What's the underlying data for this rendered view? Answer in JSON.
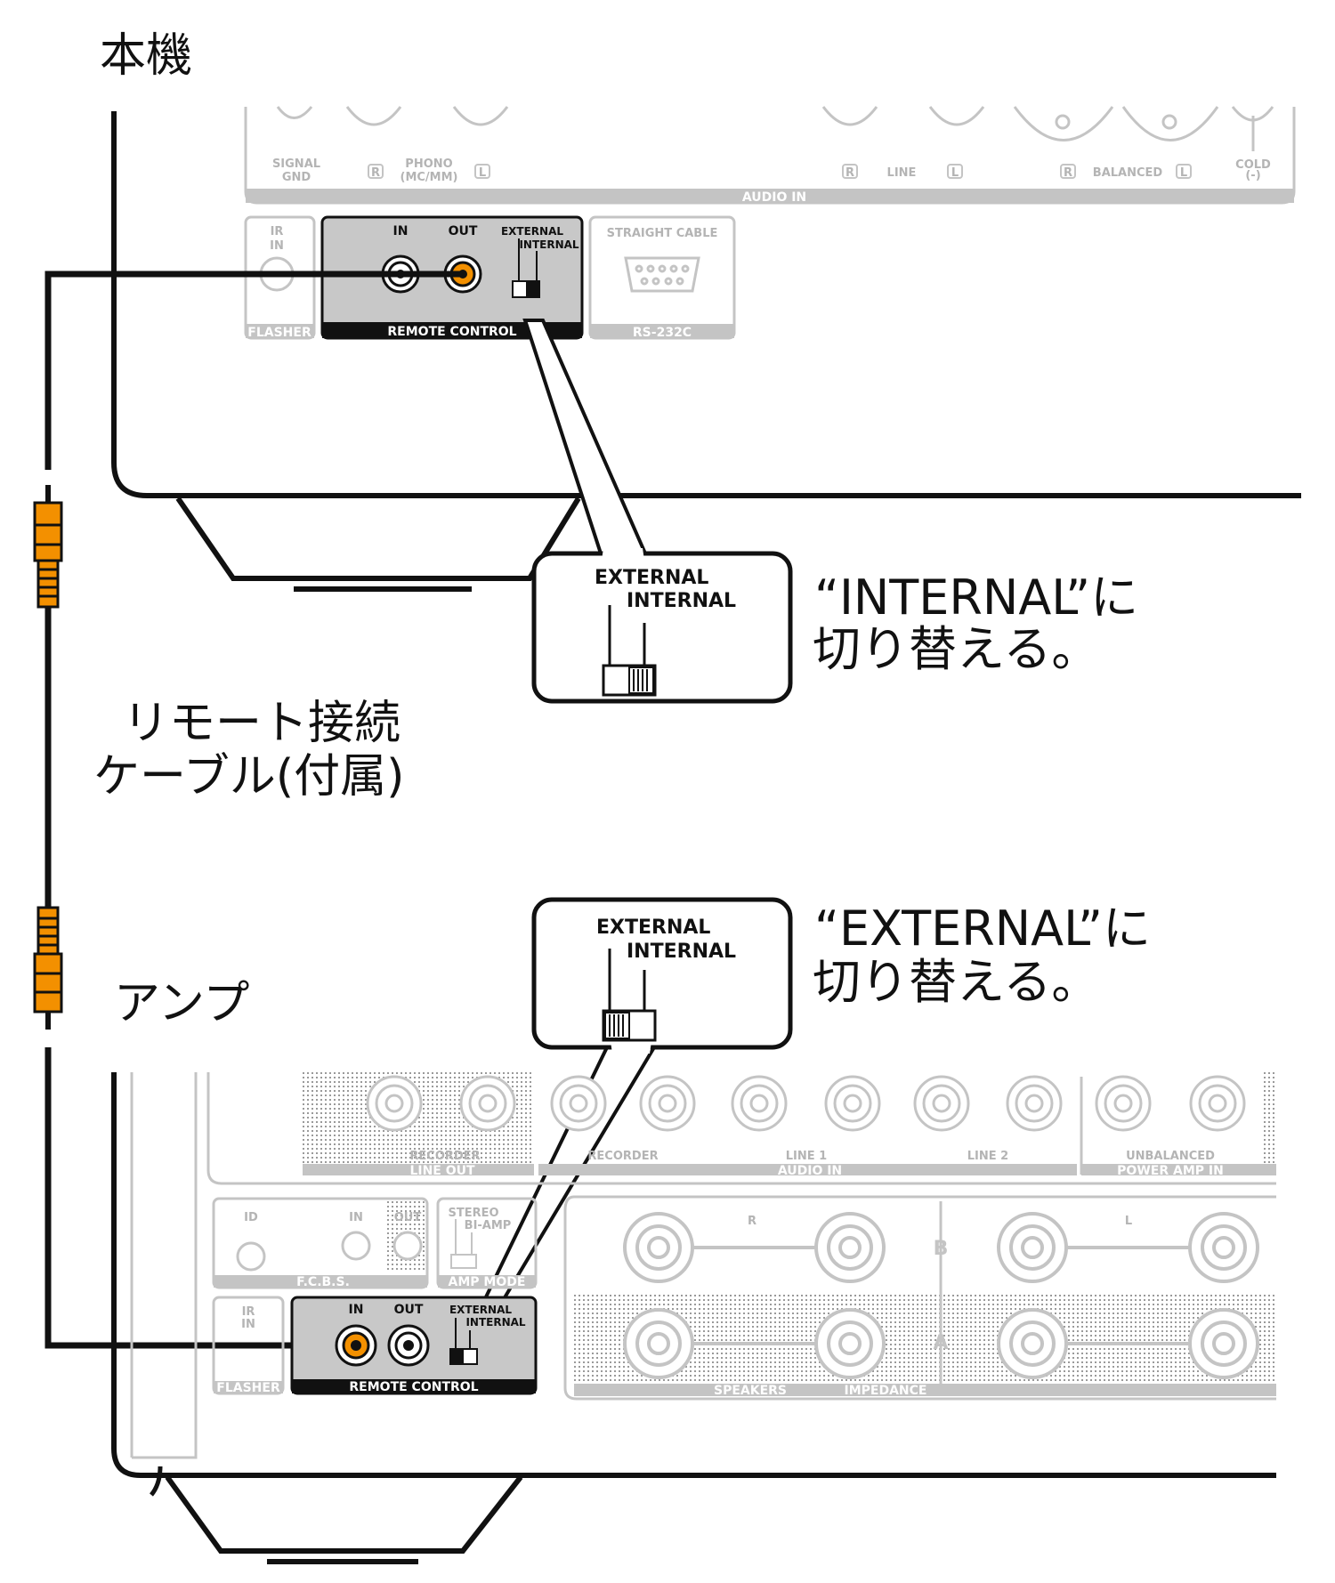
{
  "labels": {
    "main_unit": "本機",
    "cable_line1": "リモート接続",
    "cable_line2": "ケーブル(付属)",
    "amp": "アンプ"
  },
  "callouts": {
    "internal": {
      "note_line1": "“INTERNAL”に",
      "note_line2": "切り替える。",
      "switch_top": "EXTERNAL",
      "switch_bottom": "INTERNAL",
      "switch_position": "INTERNAL"
    },
    "external": {
      "note_line1": "“EXTERNAL”に",
      "note_line2": "切り替える。",
      "switch_top": "EXTERNAL",
      "switch_bottom": "INTERNAL",
      "switch_position": "EXTERNAL"
    }
  },
  "main_unit_panel": {
    "signal_gnd": [
      "SIGNAL",
      "GND"
    ],
    "phono": [
      "PHONO",
      "(MC/MM)"
    ],
    "line": "LINE",
    "balanced": "BALANCED",
    "cold": [
      "COLD",
      "(-)"
    ],
    "audio_in": "AUDIO IN",
    "ir_in": [
      "IR",
      "IN"
    ],
    "flasher": "FLASHER",
    "remote_in": "IN",
    "remote_out": "OUT",
    "switch_external": "EXTERNAL",
    "switch_internal": "INTERNAL",
    "remote_control": "REMOTE CONTROL",
    "straight_cable": "STRAIGHT CABLE",
    "rs232c": "RS-232C",
    "r": "R",
    "l": "L"
  },
  "amp_panel": {
    "recorder": "RECORDER",
    "line_out": "LINE OUT",
    "line1": "LINE 1",
    "line2": "LINE 2",
    "audio_in": "AUDIO IN",
    "unbalanced": "UNBALANCED",
    "power_amp_in": "POWER AMP IN",
    "id": "ID",
    "fcbs_in": "IN",
    "fcbs_out": "OUT",
    "fcbs": "F.C.B.S.",
    "stereo": "STEREO",
    "bi_amp": "BI-AMP",
    "amp_mode": "AMP MODE",
    "ir_in": [
      "IR",
      "IN"
    ],
    "flasher": "FLASHER",
    "remote_in": "IN",
    "remote_out": "OUT",
    "switch_external": "EXTERNAL",
    "switch_internal": "INTERNAL",
    "remote_control": "REMOTE CONTROL",
    "speakers": "SPEAKERS",
    "impedance": "IMPEDANCE",
    "b": "B",
    "a": "A",
    "r": "R",
    "l": "L"
  },
  "colors": {
    "plug_orange": "#f39000",
    "panel_gray": "#c8c8c8",
    "faint_gray": "#c4c4c4",
    "line_black": "#111111"
  }
}
